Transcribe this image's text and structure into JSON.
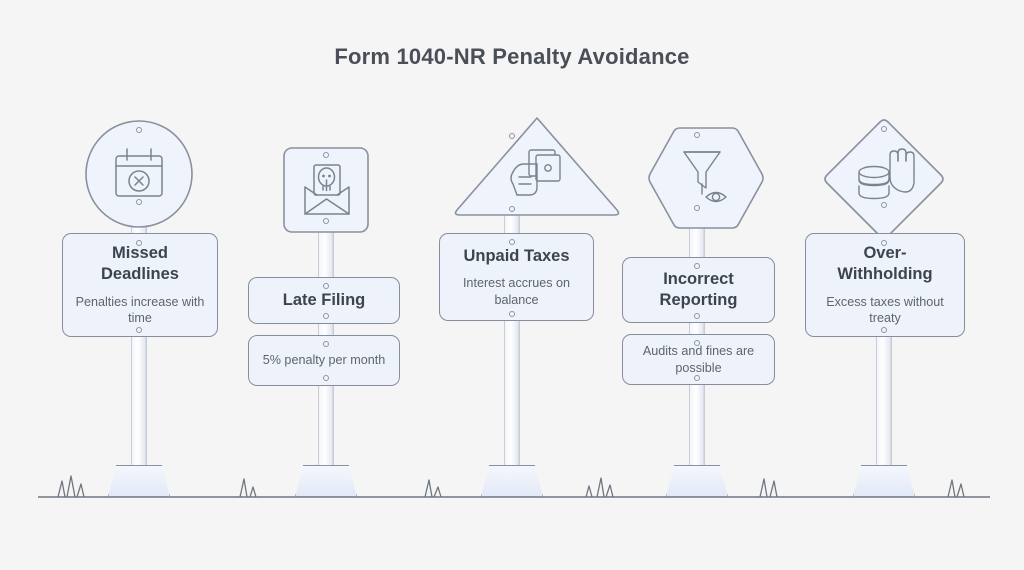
{
  "header": {
    "title": "Form 1040-NR Penalty Avoidance"
  },
  "theme": {
    "background": "#f5f5f5",
    "title_color": "#4a4f57",
    "board_fill": "#eef2fb",
    "board_stroke": "#868d9c",
    "sign_fill": "#eef3fc",
    "sign_stroke": "#8a909e",
    "icon_stroke": "#7b838f",
    "post_fill": "#f3f6fc",
    "post_stroke": "#c9ccd4",
    "ground_stroke": "#6f7680",
    "title_text_color": "#3d4450",
    "desc_text_color": "#5d6470"
  },
  "signs": [
    {
      "id": "missed-deadlines",
      "shape": "circle",
      "icon": "calendar-x-icon",
      "title": "Missed Deadlines",
      "description": "Penalties increase with time",
      "split_boards": false
    },
    {
      "id": "late-filing",
      "shape": "square",
      "icon": "envelope-letter-icon",
      "title": "Late Filing",
      "description": "5% penalty per month",
      "split_boards": true
    },
    {
      "id": "unpaid-taxes",
      "shape": "triangle",
      "icon": "hand-cash-icon",
      "title": "Unpaid Taxes",
      "description": "Interest accrues on balance",
      "split_boards": false
    },
    {
      "id": "incorrect-reporting",
      "shape": "hexagon",
      "icon": "funnel-eye-icon",
      "title": "Incorrect Reporting",
      "description": "Audits and fines are possible",
      "split_boards": true
    },
    {
      "id": "over-withholding",
      "shape": "diamond",
      "icon": "hand-coins-icon",
      "title": "Over-Withholding",
      "description": "Excess taxes without treaty",
      "split_boards": false
    }
  ]
}
